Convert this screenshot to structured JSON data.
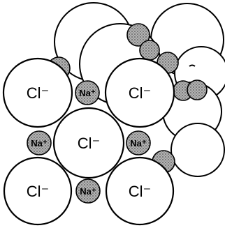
{
  "labels": {
    "chloride": "Cl⁻",
    "sodium": "Na⁺"
  },
  "colors": {
    "sodium_fill": "#9a9a9a",
    "chloride_fill": "#ffffff",
    "outline": "#000000"
  },
  "visible_ion_labels": {
    "chloride_count": 5,
    "sodium_count": 4
  }
}
